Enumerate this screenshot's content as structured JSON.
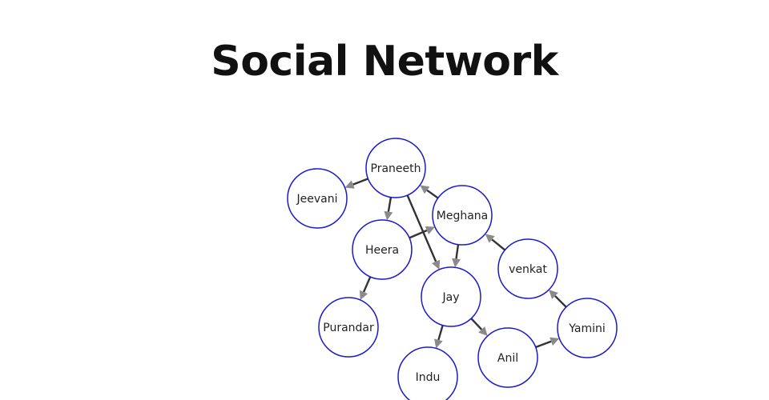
{
  "title": "Social Network",
  "colors": {
    "node_stroke": "#1a1acc",
    "edge": "#333333",
    "arrow": "#8a8a8a"
  },
  "nodes": [
    {
      "id": "praneeth",
      "label": "Praneeth"
    },
    {
      "id": "jeevani",
      "label": "Jeevani"
    },
    {
      "id": "meghana",
      "label": "Meghana"
    },
    {
      "id": "heera",
      "label": "Heera"
    },
    {
      "id": "venkat",
      "label": "venkat"
    },
    {
      "id": "jay",
      "label": "Jay"
    },
    {
      "id": "purandar",
      "label": "Purandar"
    },
    {
      "id": "yamini",
      "label": "Yamini"
    },
    {
      "id": "anil",
      "label": "Anil"
    },
    {
      "id": "indu",
      "label": "Indu"
    }
  ],
  "edges": [
    {
      "from": "praneeth",
      "to": "jeevani"
    },
    {
      "from": "praneeth",
      "to": "heera"
    },
    {
      "from": "praneeth",
      "to": "jay"
    },
    {
      "from": "meghana",
      "to": "praneeth"
    },
    {
      "from": "heera",
      "to": "meghana"
    },
    {
      "from": "meghana",
      "to": "jay"
    },
    {
      "from": "venkat",
      "to": "meghana"
    },
    {
      "from": "heera",
      "to": "purandar"
    },
    {
      "from": "jay",
      "to": "anil"
    },
    {
      "from": "jay",
      "to": "indu"
    },
    {
      "from": "yamini",
      "to": "venkat"
    },
    {
      "from": "anil",
      "to": "yamini"
    }
  ]
}
